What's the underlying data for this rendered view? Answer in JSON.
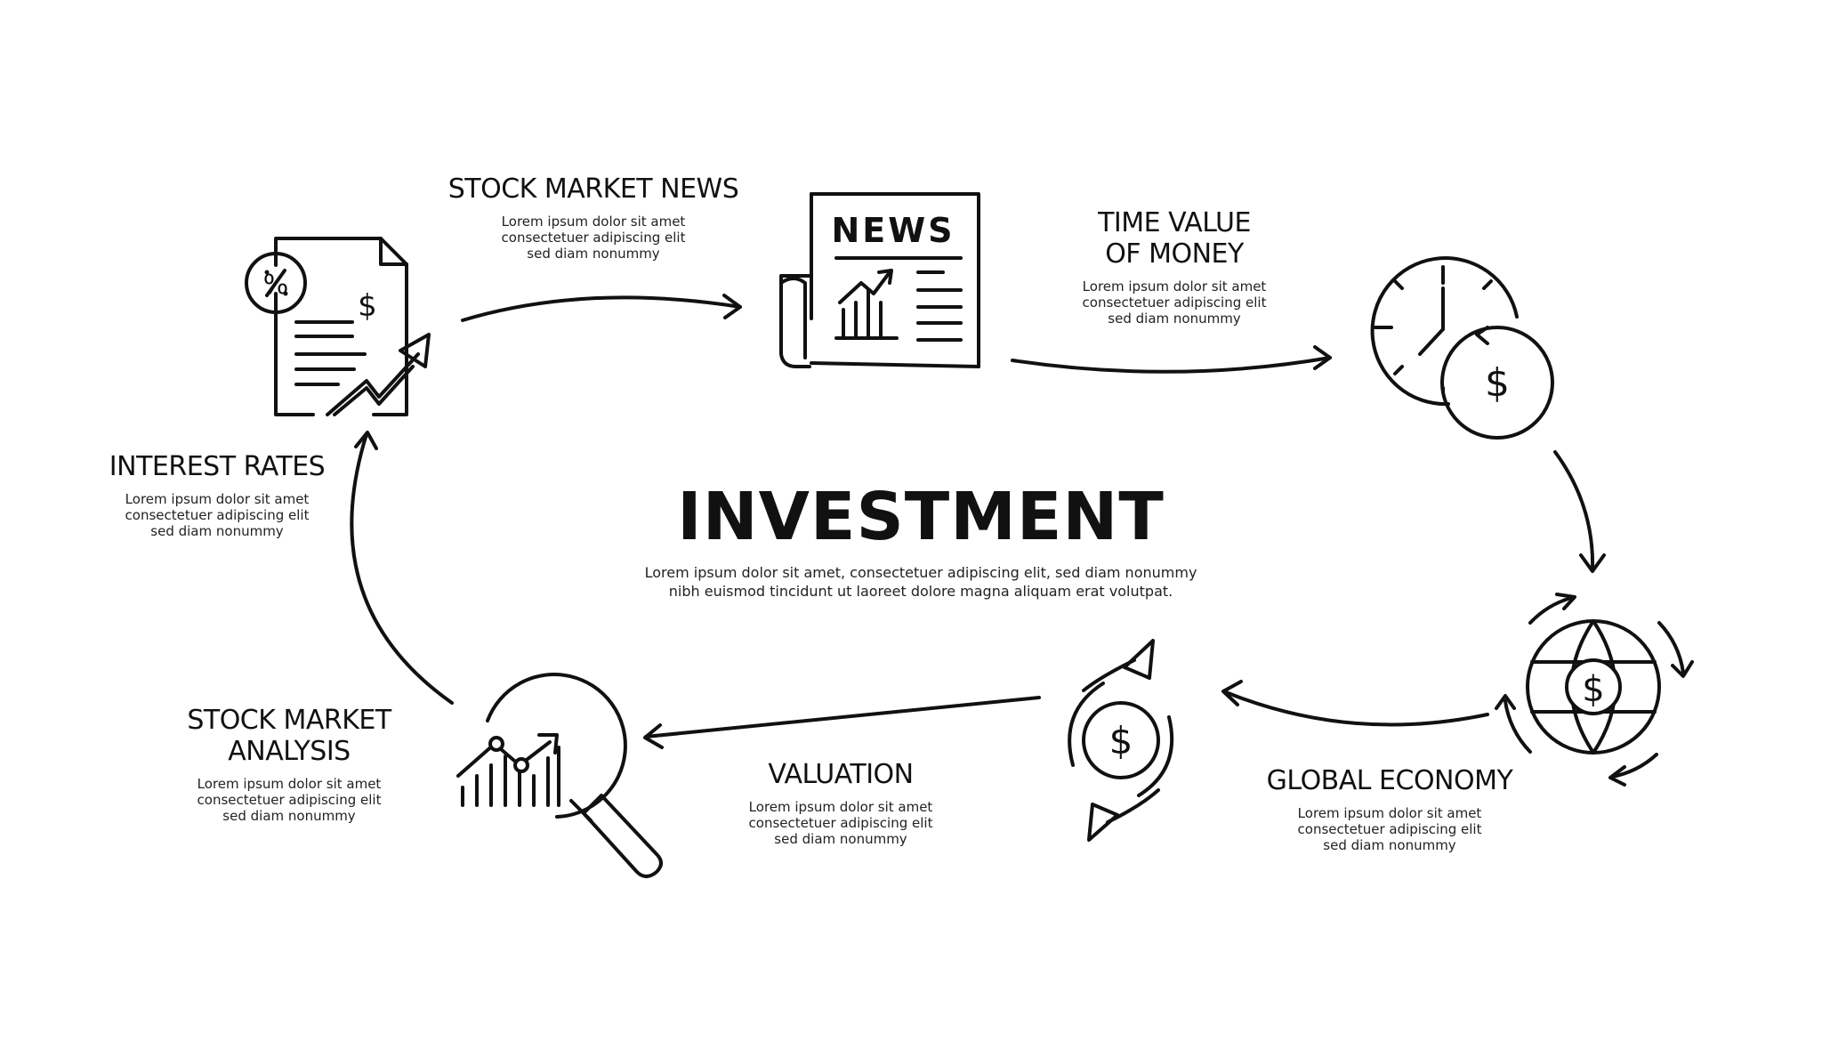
{
  "center": {
    "title": "INVESTMENT",
    "description_lines": [
      "Lorem ipsum dolor sit amet, consectetuer adipiscing elit, sed diam nonummy",
      "nibh euismod tincidunt ut laoreet dolore magna aliquam erat volutpat."
    ]
  },
  "icons": {
    "interest_rates": "document-percent-dollar-growth-icon",
    "stock_market_news": "newspaper-icon",
    "time_value_of_money": "clock-dollar-icon",
    "global_economy": "globe-dollar-cycle-icon",
    "valuation": "dollar-exchange-icon",
    "stock_market_analysis": "magnifier-chart-icon"
  },
  "icon_text": {
    "news": "NEWS",
    "percent": "%",
    "dollar": "$"
  },
  "steps": {
    "stock_market_news": {
      "title_lines": [
        "STOCK MARKET NEWS"
      ],
      "desc_lines": [
        "Lorem ipsum dolor sit amet",
        "consectetuer adipiscing elit",
        "sed diam nonummy"
      ]
    },
    "time_value_of_money": {
      "title_lines": [
        "TIME VALUE",
        "OF MONEY"
      ],
      "desc_lines": [
        "Lorem ipsum dolor sit amet",
        "consectetuer adipiscing elit",
        "sed diam nonummy"
      ]
    },
    "interest_rates": {
      "title_lines": [
        "INTEREST RATES"
      ],
      "desc_lines": [
        "Lorem ipsum dolor sit amet",
        "consectetuer adipiscing elit",
        "sed diam nonummy"
      ]
    },
    "stock_market_analysis": {
      "title_lines": [
        "STOCK MARKET",
        "ANALYSIS"
      ],
      "desc_lines": [
        "Lorem ipsum dolor sit amet",
        "consectetuer adipiscing elit",
        "sed diam nonummy"
      ]
    },
    "valuation": {
      "title_lines": [
        "VALUATION"
      ],
      "desc_lines": [
        "Lorem ipsum dolor sit amet",
        "consectetuer adipiscing elit",
        "sed diam nonummy"
      ]
    },
    "global_economy": {
      "title_lines": [
        "GLOBAL ECONOMY"
      ],
      "desc_lines": [
        "Lorem ipsum dolor sit amet",
        "consectetuer adipiscing elit",
        "sed diam nonummy"
      ]
    }
  },
  "colors": {
    "ink": "#111111",
    "background": "#ffffff"
  }
}
